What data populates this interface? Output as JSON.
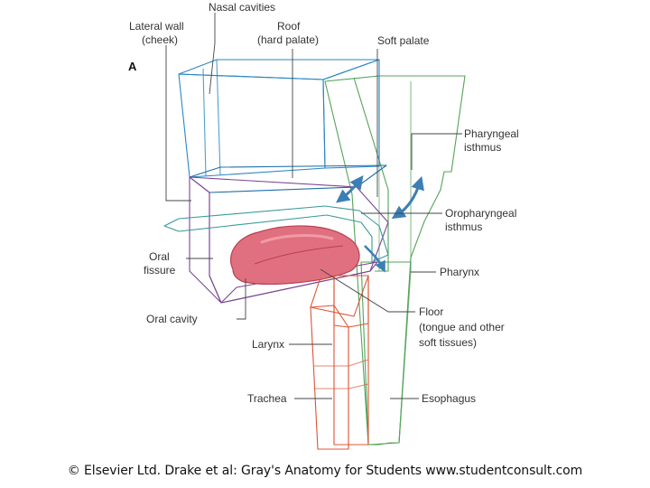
{
  "panel_label": "A",
  "labels": {
    "nasal_cavities": "Nasal cavities",
    "lateral_wall_1": "Lateral wall",
    "lateral_wall_2": "(cheek)",
    "roof_1": "Roof",
    "roof_2": "(hard palate)",
    "soft_palate": "Soft palate",
    "pharyngeal_isthmus_1": "Pharyngeal",
    "pharyngeal_isthmus_2": "isthmus",
    "oropharyngeal_isthmus_1": "Oropharyngeal",
    "oropharyngeal_isthmus_2": "isthmus",
    "oral_fissure_1": "Oral",
    "oral_fissure_2": "fissure",
    "pharynx": "Pharynx",
    "oral_cavity": "Oral cavity",
    "floor_1": "Floor",
    "floor_2": "(tongue and other",
    "floor_3": "soft tissues)",
    "larynx": "Larynx",
    "trachea": "Trachea",
    "esophagus": "Esophagus"
  },
  "credit": "© Elsevier Ltd. Drake et al: Gray's Anatomy for Students www.studentconsult.com",
  "colors": {
    "nasal": "#a9d9ef",
    "nasal_edge": "#2b86c2",
    "oral": "#c8a1d8",
    "oral_edge": "#7b4595",
    "pharynx": "#bde3b6",
    "pharynx_edge": "#54a35a",
    "larynx": "#f4b39c",
    "larynx_edge": "#dc5435",
    "tongue": "#e0707f",
    "arrow": "#3b7fb5"
  }
}
